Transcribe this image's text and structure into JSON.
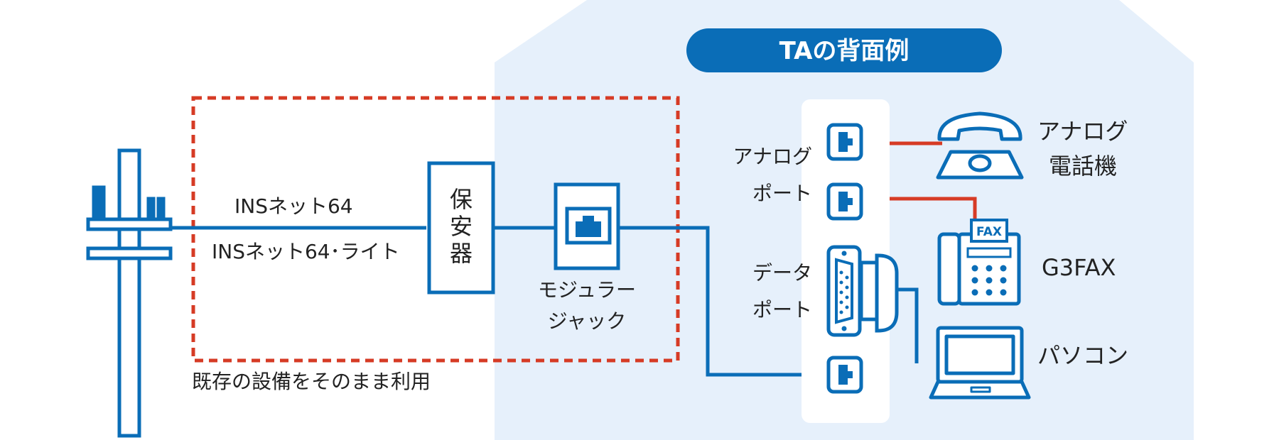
{
  "badge": "TAの背面例",
  "existing_equipment_note": "既存の設備をそのまま利用",
  "line_labels": [
    "INSネット64",
    "INSネット64･ライト"
  ],
  "protector_label": [
    "保",
    "安",
    "器"
  ],
  "modular_jack_label": [
    "モジュラー",
    "ジャック"
  ],
  "ta_ports": {
    "analog_port_label": [
      "アナログ",
      "ポート"
    ],
    "data_port_label": [
      "データ",
      "ポート"
    ]
  },
  "devices": {
    "analog_phone": [
      "アナログ",
      "電話機"
    ],
    "fax_name": "G3FAX",
    "fax_panel_text": "FAX",
    "pc": "パソコン"
  },
  "colors": {
    "blue": "#0a6db7",
    "red_line": "#d63b25",
    "house_fill": "#e6f0fb",
    "badge": "#0a6db7",
    "white": "#ffffff"
  }
}
